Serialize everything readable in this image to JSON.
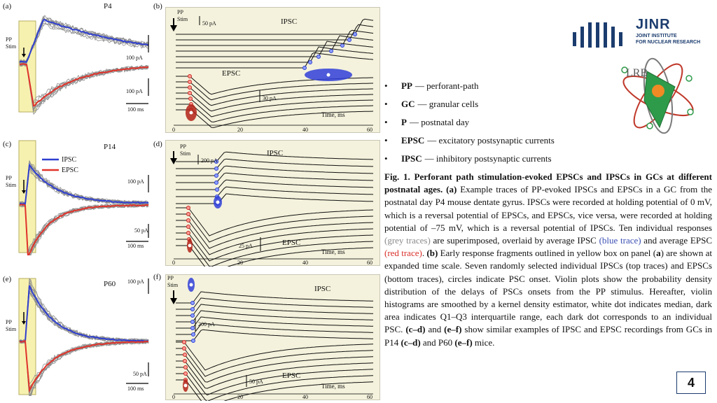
{
  "panels": {
    "a": {
      "letter": "(a)",
      "age": "P4",
      "stim": "PP\nStim",
      "scale_top": "100 pA",
      "scale_mid": "100 pA",
      "scale_time": "100 ms"
    },
    "b": {
      "letter": "(b)",
      "stim": "PP\nStim",
      "scale_ipsc": "50 pA",
      "label_ipsc": "IPSC",
      "label_epsc": "EPSC",
      "scale_epsc": "30 pA",
      "time_label": "Time, ms",
      "ticks": [
        "0",
        "20",
        "40",
        "60"
      ]
    },
    "c": {
      "letter": "(c)",
      "age": "P14",
      "stim": "PP\nStim",
      "legend_ipsc": "IPSC",
      "legend_epsc": "EPSC",
      "scale_top": "100 pA",
      "scale_mid": "50 pA",
      "scale_time": "100 ms"
    },
    "d": {
      "letter": "(d)",
      "stim": "PP\nStim",
      "scale_ipsc": "200 pA",
      "label_ipsc": "IPSC",
      "label_epsc": "EPSC",
      "scale_epsc": "25 pA",
      "time_label": "Time, ms",
      "ticks": [
        "0",
        "20",
        "40",
        "60"
      ]
    },
    "e": {
      "letter": "(e)",
      "age": "P60",
      "stim": "PP\nStim",
      "scale_top": "100 pA",
      "scale_mid": "50 pA",
      "scale_time": "100 ms"
    },
    "f": {
      "letter": "(f)",
      "stim": "PP\nStim",
      "scale_ipsc": "200 pA",
      "label_ipsc": "IPSC",
      "label_epsc": "EPSC",
      "scale_epsc": "50 pA",
      "time_label": "Time, ms",
      "ticks": [
        "0",
        "20",
        "40",
        "60"
      ]
    }
  },
  "abbreviations": [
    {
      "term": "PP",
      "desc": "— perforant-path"
    },
    {
      "term": "GC",
      "desc": "— granular cells"
    },
    {
      "term": "P",
      "desc": "— postnatal day"
    },
    {
      "term": "EPSC",
      "desc": "— excitatory postsynaptic currents"
    },
    {
      "term": "IPSC",
      "desc": "— inhibitory postsynaptic currents"
    }
  ],
  "caption": {
    "title": "Fig. 1. Perforant path stimulation-evoked EPSCs and IPSCs in GCs at different postnatal ages.",
    "a_label": "(a)",
    "part1": " Example traces of PP-evoked IPSCs and EPSCs in a GC from the postnatal day P4 mouse dentate gyrus. IPSCs were recorded at holding potential of 0 mV, which is a reversal potential of EPSCs, and EPSCs, vice versa, were recorded at holding potential of –75 mV, which is a reversal potential of IPSCs. Ten individual responses ",
    "grey_text": "(grey traces)",
    "part2": " are superimposed, overlaid by average IPSC ",
    "blue_text": "(blue trace)",
    "part3": " and average EPSC ",
    "red_text": "(red trace)",
    "part4": ". ",
    "b_label": "(b)",
    "part5": " Early response fragments outlined in yellow box on panel (",
    "a_inline": "a",
    "part6": ") are shown at expanded time scale. Seven randomly selected individual IPSCs (top traces) and EPSCs (bottom traces), circles indicate PSC onset. Violin plots show the probability density distribution of the delays of PSCs onsets from the PP stimulus. Hereafter, violin histograms are smoothed by a kernel density estimator, white dot indicates median, dark area indicates Q1–Q3 interquartile range, each dark dot corresponds to an individual PSC. ",
    "cd_label": "(c–d)",
    "part7": " and ",
    "ef_label": "(e–f)",
    "part8": " show similar examples of IPSC and EPSC recordings from GCs in P14 ",
    "cd2_label": "(c–d)",
    "part9": " and P60 ",
    "ef2_label": "(e–f)",
    "part10": " mice."
  },
  "logos": {
    "jinr_name": "JINR",
    "jinr_line1": "JOINT INSTITUTE",
    "jinr_line2": "FOR NUCLEAR RESEARCH",
    "lrb": "LRB"
  },
  "page_number": "4",
  "colors": {
    "ipsc": "#2f3fcf",
    "epsc": "#e0332a",
    "grey": "#8d8d8d",
    "panel_bg": "#f4f2dc",
    "highlight": "#f7f1b0"
  }
}
